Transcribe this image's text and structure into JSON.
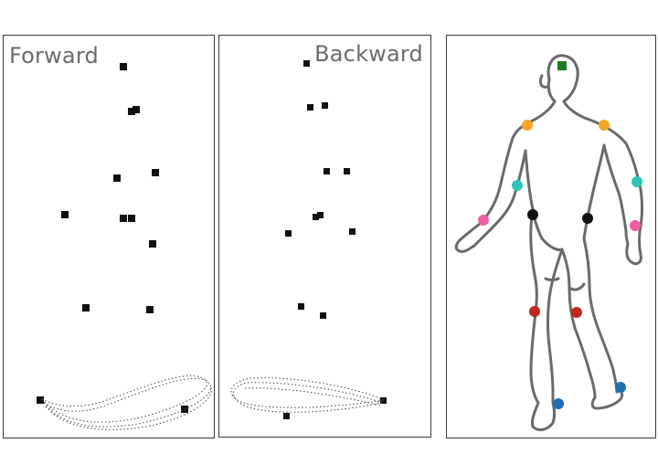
{
  "panels": {
    "forward": {
      "title": "Forward"
    },
    "backward": {
      "title": "Backward"
    }
  },
  "colors": {
    "frame": "#3a3a3a",
    "title_text": "#6b6b6b",
    "marker": "#111111",
    "trajectory": "#555555",
    "body_outline": "#6a6a6a",
    "head_marker": "#1e7a1e",
    "shoulder_markers": "#f3a623",
    "elbow_markers": "#2ec4b6",
    "wrist_markers": "#f05fa5",
    "hip_markers": "#111111",
    "knee_markers": "#c0281c",
    "ankle_markers": "#1f6fb5"
  },
  "icons": {
    "point_marker": "filled-square",
    "body_figure": "walking-human-outline"
  }
}
